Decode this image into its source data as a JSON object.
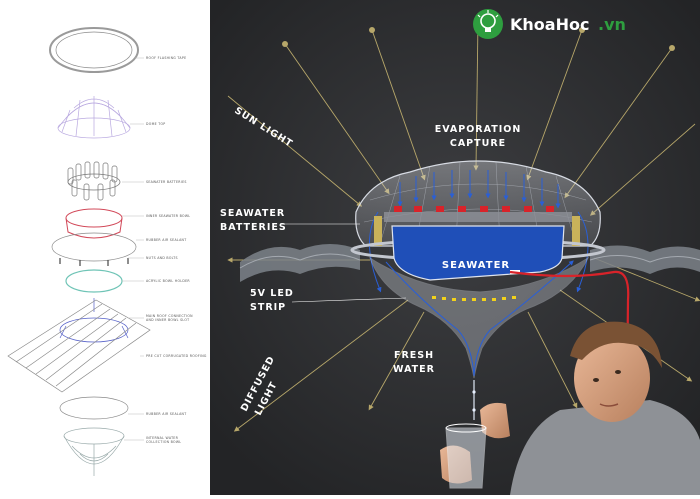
{
  "parts": [
    "ROOF FLASHING TAPE",
    "DOME TOP",
    "SEAWATER BATTERIES",
    "INNER SEAWATER BOWL",
    "RUBBER AIR SEALANT",
    "NUTS AND BOLTS",
    "ACRYLIC BOWL HOLDER",
    "MAIN ROOF CONNECTION AND INNER BOWL SLOT",
    "PRE CUT CORRUGATED ROOFING",
    "RUBBER AIR SEALANT",
    "INTERNAL WATER COLLECTION BOWL"
  ],
  "labels": {
    "sun_light": "SUN LIGHT",
    "evaporation_line1": "EVAPORATION",
    "evaporation_line2": "CAPTURE",
    "batteries_line1": "SEAWATER",
    "batteries_line2": "BATTERIES",
    "seawater": "SEAWATER",
    "led_line1": "5V LED",
    "led_line2": "STRIP",
    "fresh_line1": "FRESH",
    "fresh_line2": "WATER",
    "diffused_line1": "DIFFUSED",
    "diffused_line2": "LIGHT"
  },
  "logo": {
    "text": "KhoaHoc",
    "domain": ".vn"
  },
  "colors": {
    "background": "#2f3032",
    "seawater": "#1f4fb8",
    "flow_arrows": "#2a5fd6",
    "light_rays": "#b7a76a",
    "led": "#f2d21b",
    "tube": "#d8232a",
    "logo_green": "#2e9e3f"
  }
}
